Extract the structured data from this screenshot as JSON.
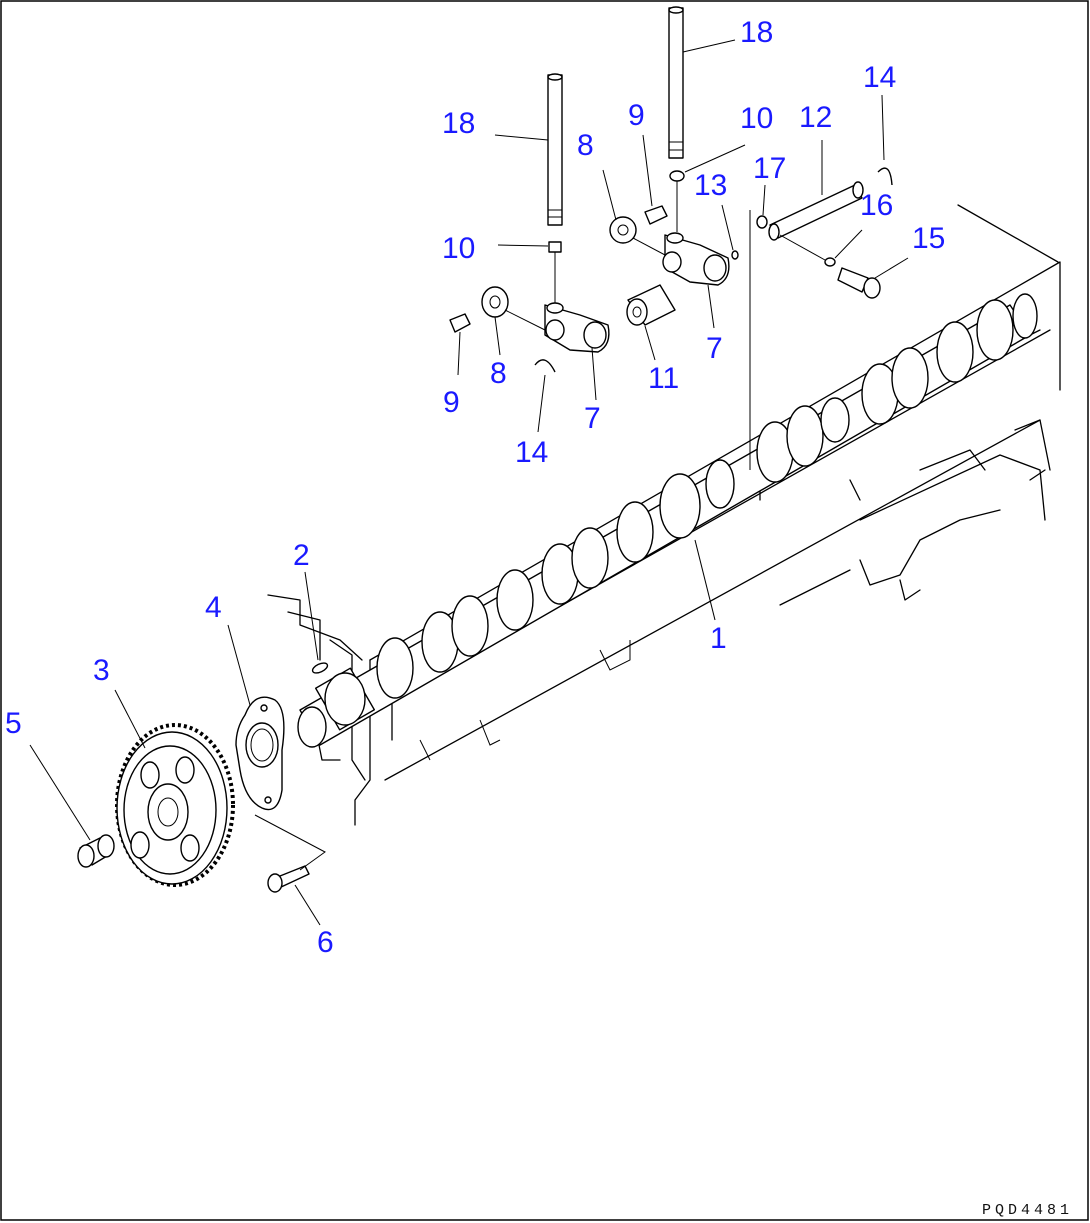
{
  "diagram": {
    "drawing_code": "PQD4481",
    "callout_color": "#1a1aff",
    "callouts": {
      "c1": "1",
      "c2": "2",
      "c3": "3",
      "c4": "4",
      "c5": "5",
      "c6": "6",
      "c7a": "7",
      "c7b": "7",
      "c8a": "8",
      "c8b": "8",
      "c9a": "9",
      "c9b": "9",
      "c10a": "10",
      "c10b": "10",
      "c11": "11",
      "c12": "12",
      "c13": "13",
      "c14a": "14",
      "c14b": "14",
      "c15": "15",
      "c16": "16",
      "c17": "17",
      "c18a": "18",
      "c18b": "18"
    }
  }
}
